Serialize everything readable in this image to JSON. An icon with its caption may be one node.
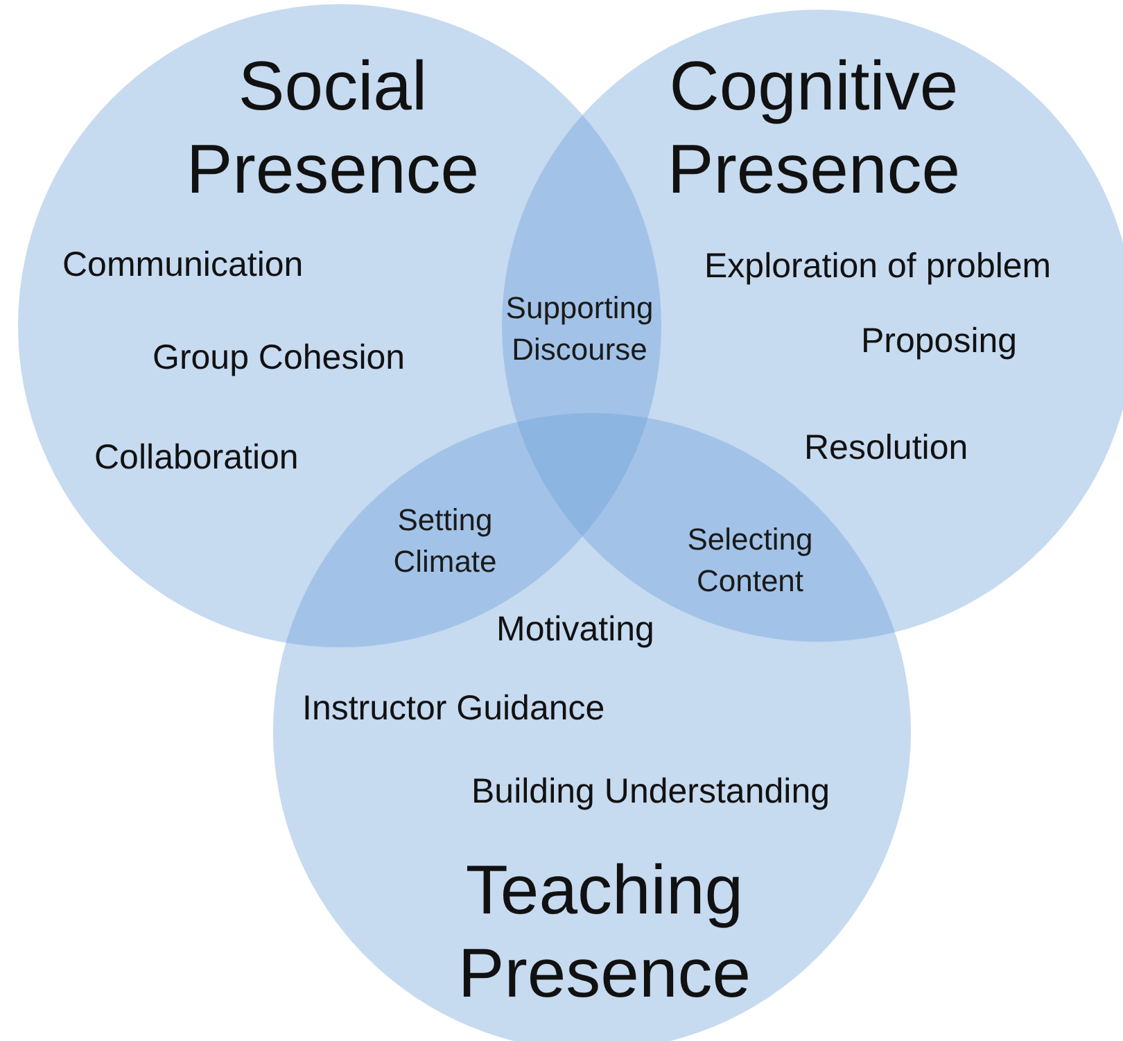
{
  "diagram": {
    "nodes": [
      {
        "text": [
          "Social Presence",
          "Communication",
          "Group Cohesion",
          "Collaboration"
        ]
      },
      {
        "text": [
          "Cognitive Presence",
          "Exploration of problem",
          "Proposing",
          "Resolution"
        ]
      },
      {
        "text": [
          "Motivating",
          "Instructor Guidance",
          "Building Understanding",
          "Teaching Presence"
        ]
      }
    ],
    "labels": [
      "Supporting Discourse",
      "Setting Climate",
      "Selecting Content"
    ]
  }
}
